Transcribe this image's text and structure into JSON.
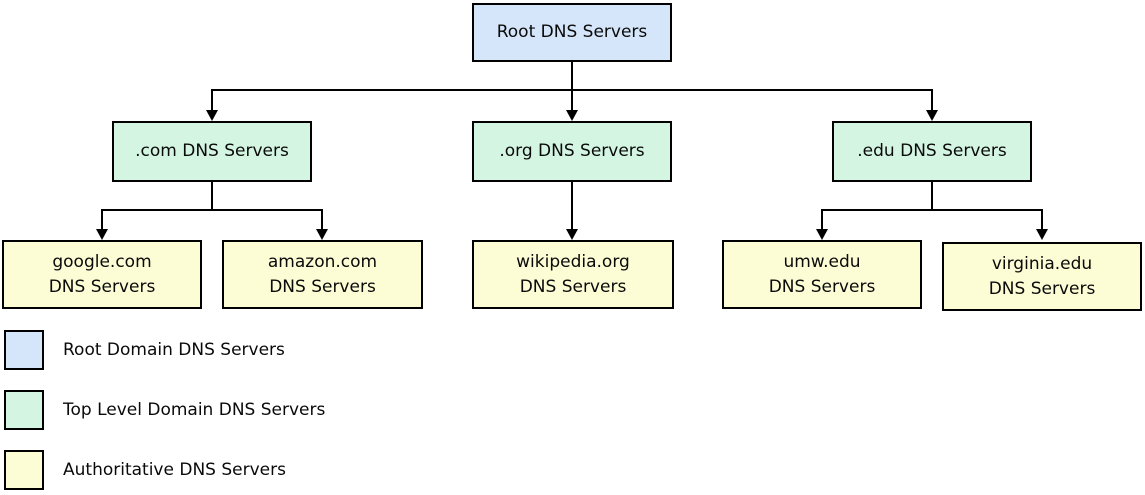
{
  "diagram": {
    "root": {
      "label": "Root DNS Servers",
      "children": [
        {
          "label": ".com DNS Servers",
          "children": [
            {
              "name": "google.com",
              "sublabel": "DNS Servers"
            },
            {
              "name": "amazon.com",
              "sublabel": "DNS Servers"
            }
          ]
        },
        {
          "label": ".org DNS Servers",
          "children": [
            {
              "name": "wikipedia.org",
              "sublabel": "DNS Servers"
            }
          ]
        },
        {
          "label": ".edu DNS Servers",
          "children": [
            {
              "name": "umw.edu",
              "sublabel": "DNS Servers"
            },
            {
              "name": "virginia.edu",
              "sublabel": "DNS Servers"
            }
          ]
        }
      ]
    }
  },
  "legend": {
    "items": [
      {
        "label": "Root Domain DNS Servers",
        "color": "#d6e6fa"
      },
      {
        "label": "Top Level Domain DNS Servers",
        "color": "#d5f5e3"
      },
      {
        "label": "Authoritative DNS Servers",
        "color": "#fcfcd5"
      }
    ]
  },
  "colors": {
    "root_fill": "#d6e6fa",
    "tld_fill": "#d5f5e3",
    "authoritative_fill": "#fcfcd5",
    "border": "#000000",
    "line": "#000000",
    "text": "#0a0a0a"
  }
}
